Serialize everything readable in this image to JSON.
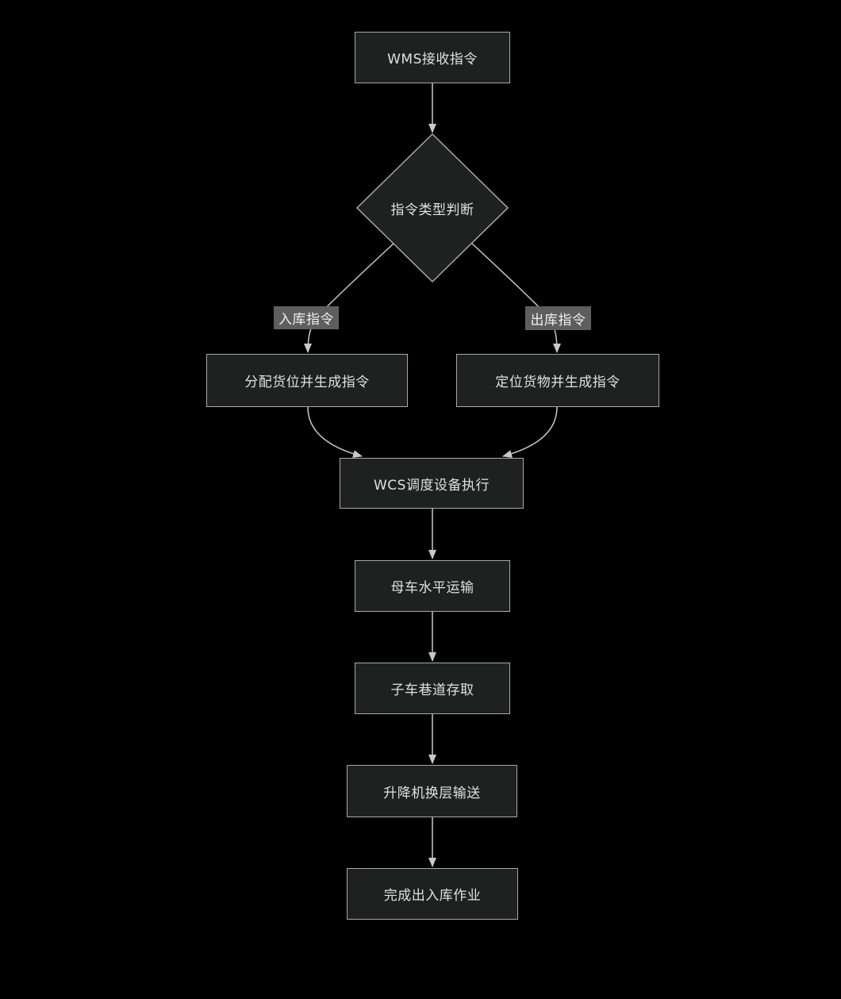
{
  "colors": {
    "bg": "#000000",
    "node_fill": "#1f2020",
    "node_border": "#a9a9a9",
    "node_text": "#e0e0e0",
    "line": "#c9c9c9",
    "label_bg": "#5e5e5e",
    "label_text": "#f0f0f0"
  },
  "nodes": {
    "wms": {
      "label": "WMS接收指令",
      "shape": "rect"
    },
    "decision": {
      "label": "指令类型判断",
      "shape": "diamond"
    },
    "allocate": {
      "label": "分配货位并生成指令",
      "shape": "rect"
    },
    "locate": {
      "label": "定位货物并生成指令",
      "shape": "rect"
    },
    "wcs": {
      "label": "WCS调度设备执行",
      "shape": "rect"
    },
    "mother_cart": {
      "label": "母车水平运输",
      "shape": "rect"
    },
    "child_cart": {
      "label": "子车巷道存取",
      "shape": "rect"
    },
    "lift": {
      "label": "升降机换层输送",
      "shape": "rect"
    },
    "complete": {
      "label": "完成出入库作业",
      "shape": "rect"
    }
  },
  "edge_labels": {
    "inbound": {
      "label": "入库指令"
    },
    "outbound": {
      "label": "出库指令"
    }
  },
  "edges": [
    {
      "from": "wms",
      "to": "decision",
      "label": ""
    },
    {
      "from": "decision",
      "to": "allocate",
      "label": "入库指令"
    },
    {
      "from": "decision",
      "to": "locate",
      "label": "出库指令"
    },
    {
      "from": "allocate",
      "to": "wcs",
      "label": ""
    },
    {
      "from": "locate",
      "to": "wcs",
      "label": ""
    },
    {
      "from": "wcs",
      "to": "mother_cart",
      "label": ""
    },
    {
      "from": "mother_cart",
      "to": "child_cart",
      "label": ""
    },
    {
      "from": "child_cart",
      "to": "lift",
      "label": ""
    },
    {
      "from": "lift",
      "to": "complete",
      "label": ""
    }
  ]
}
